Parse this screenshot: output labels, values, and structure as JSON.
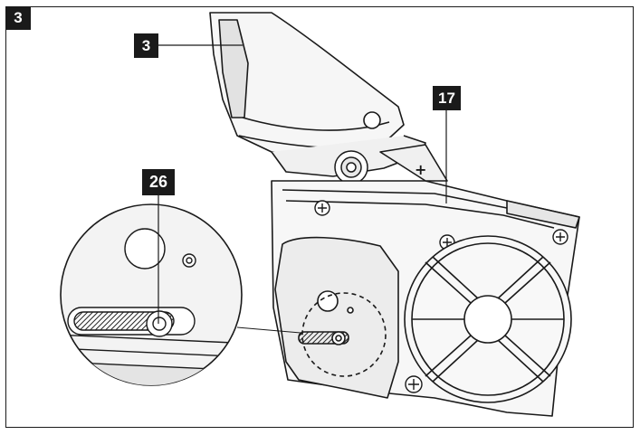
{
  "figure": {
    "number": "3"
  },
  "callouts": {
    "part_3": "3",
    "part_17": "17",
    "part_26": "26"
  },
  "colors": {
    "line": "#1a1a1a",
    "body_fill": "#f4f4f4",
    "shade": "#e6e6e6",
    "label_bg": "#1a1a1a",
    "label_text": "#ffffff"
  }
}
